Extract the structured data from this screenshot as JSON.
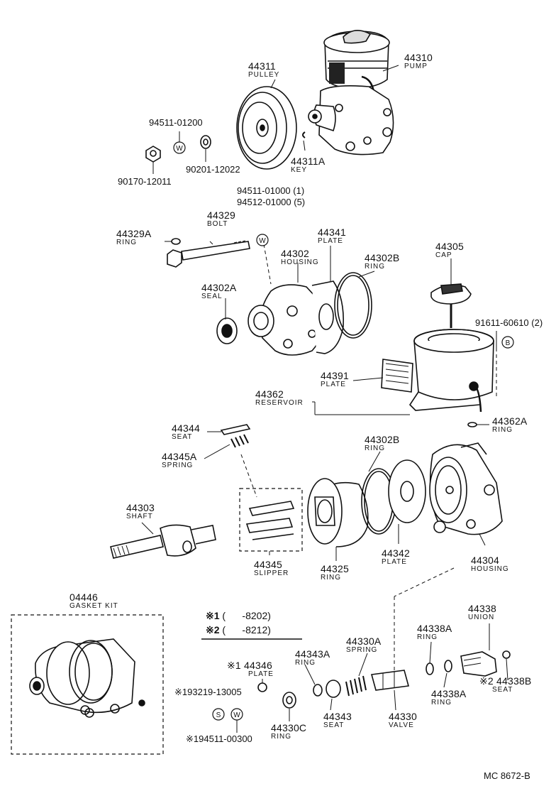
{
  "parts": {
    "p44310": {
      "num": "44310",
      "name": "PUMP"
    },
    "p44311": {
      "num": "44311",
      "name": "PULLEY"
    },
    "p44311A": {
      "num": "44311A",
      "name": "KEY"
    },
    "p94511_01200": {
      "num": "94511-01200"
    },
    "p90201_12022": {
      "num": "90201-12022"
    },
    "p90170_12011": {
      "num": "90170-12011"
    },
    "p94511_01000": {
      "num": "94511-01000 (1)"
    },
    "p94512_01000": {
      "num": "94512-01000 (5)"
    },
    "p44329": {
      "num": "44329",
      "name": "BOLT"
    },
    "p44329A": {
      "num": "44329A",
      "name": "RING"
    },
    "p44341": {
      "num": "44341",
      "name": "PLATE"
    },
    "p44302": {
      "num": "44302",
      "name": "HOUSING"
    },
    "p44302B_top": {
      "num": "44302B",
      "name": "RING"
    },
    "p44302A": {
      "num": "44302A",
      "name": "SEAL"
    },
    "p44305": {
      "num": "44305",
      "name": "CAP"
    },
    "p91611": {
      "num": "91611-60610 (2)"
    },
    "p44391": {
      "num": "44391",
      "name": "PLATE"
    },
    "p44362": {
      "num": "44362",
      "name": "RESERVOIR"
    },
    "p44362A": {
      "num": "44362A",
      "name": "RING"
    },
    "p44344": {
      "num": "44344",
      "name": "SEAT"
    },
    "p44345A": {
      "num": "44345A",
      "name": "SPRING"
    },
    "p44302B_mid": {
      "num": "44302B",
      "name": "RING"
    },
    "p44303": {
      "num": "44303",
      "name": "SHAFT"
    },
    "p44345": {
      "num": "44345",
      "name": "SLIPPER"
    },
    "p44325": {
      "num": "44325",
      "name": "RING"
    },
    "p44342": {
      "num": "44342",
      "name": "PLATE"
    },
    "p44304": {
      "num": "44304",
      "name": "HOUSING"
    },
    "p04446": {
      "num": "04446",
      "name": "GASKET KIT"
    },
    "p44338": {
      "num": "44338",
      "name": "UNION"
    },
    "p44330A": {
      "num": "44330A",
      "name": "SPRING"
    },
    "p44338A_top": {
      "num": "44338A",
      "name": "RING"
    },
    "p44343A": {
      "num": "44343A",
      "name": "RING"
    },
    "p44346": {
      "num": "※1 44346",
      "name": "PLATE"
    },
    "p193219": {
      "num": "※193219-13005"
    },
    "p44343": {
      "num": "44343",
      "name": "SEAT"
    },
    "p44330": {
      "num": "44330",
      "name": "VALVE"
    },
    "p44330C": {
      "num": "44330C",
      "name": "RING"
    },
    "p44338A_bot": {
      "num": "44338A",
      "name": "RING"
    },
    "p44338B": {
      "num": "※2 44338B",
      "name": "SEAT"
    },
    "p194511": {
      "num": "※194511-00300"
    }
  },
  "legend": {
    "row1_mark": "※1",
    "row1_range": "(      -8202)",
    "row2_mark": "※2",
    "row2_range": "(      -8212)"
  },
  "symbols": {
    "w": "W",
    "s": "S",
    "b": "B"
  },
  "footer": {
    "code": "MC  8672-B"
  }
}
